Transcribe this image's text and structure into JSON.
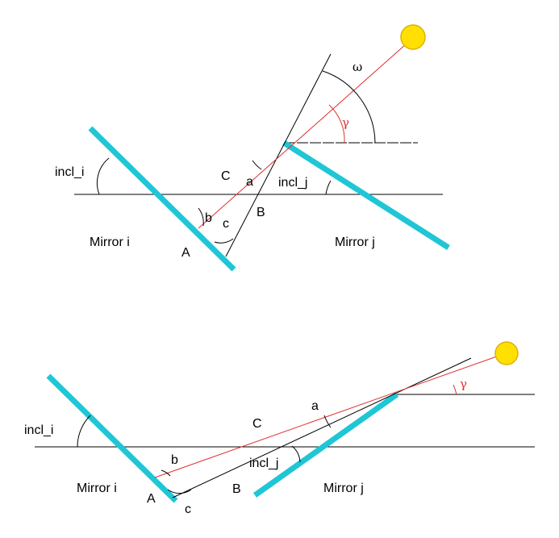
{
  "colors": {
    "mirror": "#1fc6d6",
    "ray": "#e03030",
    "line": "#000000",
    "sun_fill": "#ffe000",
    "sun_stroke": "#e0b000"
  },
  "top": {
    "omega": "ω",
    "gamma": "γ",
    "incl_i": "incl_i",
    "incl_j": "incl_j",
    "C": "C",
    "a": "a",
    "b": "b",
    "c": "c",
    "B": "B",
    "A": "A",
    "mirror_i": "Mirror i",
    "mirror_j": "Mirror j"
  },
  "bottom": {
    "gamma": "γ",
    "incl_i": "incl_i",
    "incl_j": "incl_j",
    "C": "C",
    "a": "a",
    "b": "b",
    "c": "c",
    "B": "B",
    "A": "A",
    "mirror_i": "Mirror i",
    "mirror_j": "Mirror j"
  }
}
